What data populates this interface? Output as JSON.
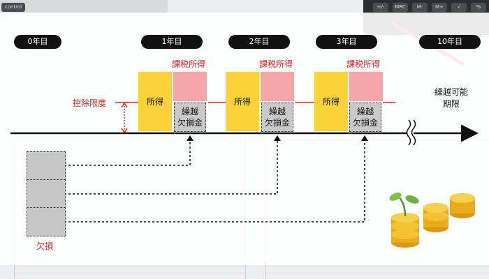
{
  "years": [
    "0年目",
    "1年目",
    "2年目",
    "3年目",
    "10年目"
  ],
  "labels": {
    "deduction_limit": "控除限度",
    "taxable_income": "課税所得",
    "income": "所得",
    "carryforward_loss": "繰越\n欠損金",
    "loss": "欠損",
    "carryforward_limit": "繰越可能\n期限"
  },
  "colors": {
    "income": "#f9d236",
    "taxable_income": "#f4a5a5",
    "carryforward_loss": "#c9c9c9",
    "accent_red": "#e02424",
    "timeline": "#111111"
  },
  "background_keypad": [
    "+/-",
    "MRC",
    "M-",
    "M+",
    "√",
    "%"
  ],
  "background_laptop_key": "control"
}
